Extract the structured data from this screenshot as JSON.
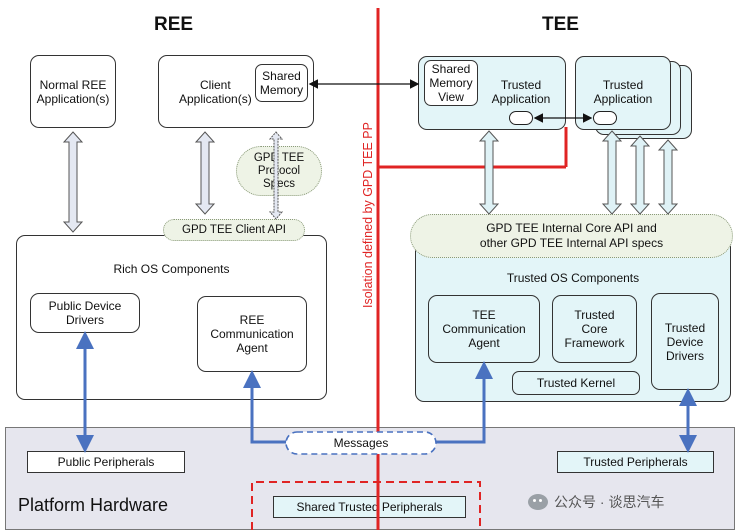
{
  "ree": {
    "title": "REE",
    "normal_app": "Normal REE\nApplication(s)",
    "client_app": "Client\nApplication(s)",
    "shared_memory": "Shared\nMemory",
    "protocol_specs": "GPD TEE\nProtocol\nSpecs",
    "client_api": "GPD TEE Client API",
    "rich_os": "Rich OS Components",
    "public_device_drivers": "Public Device\nDrivers",
    "ree_comm_agent": "REE\nCommunication\nAgent"
  },
  "tee": {
    "title": "TEE",
    "shared_memory_view": "Shared\nMemory\nView",
    "trusted_app_1": "Trusted\nApplication",
    "trusted_app_2": "Trusted\nApplication",
    "internal_api": "GPD TEE Internal Core API and\nother GPD TEE Internal API specs",
    "trusted_os": "Trusted OS Components",
    "tee_comm_agent": "TEE\nCommunication\nAgent",
    "trusted_core_framework": "Trusted\nCore\nFramework",
    "trusted_device_drivers": "Trusted\nDevice\nDrivers",
    "trusted_kernel": "Trusted Kernel"
  },
  "isolation_label": "Isolation defined by GPD TEE PP",
  "hardware": {
    "title": "Platform Hardware",
    "public_peripherals": "Public Peripherals",
    "messages": "Messages",
    "trusted_peripherals": "Trusted Peripherals",
    "shared_trusted_peripherals": "Shared Trusted Peripherals"
  },
  "watermark": "公众号 · 谈思汽车",
  "colors": {
    "isolation_red": "#e02424",
    "arrow_blue": "#4a72c0",
    "tee_fill": "#e3f5f8",
    "hardware_fill": "#e6e6ee"
  }
}
